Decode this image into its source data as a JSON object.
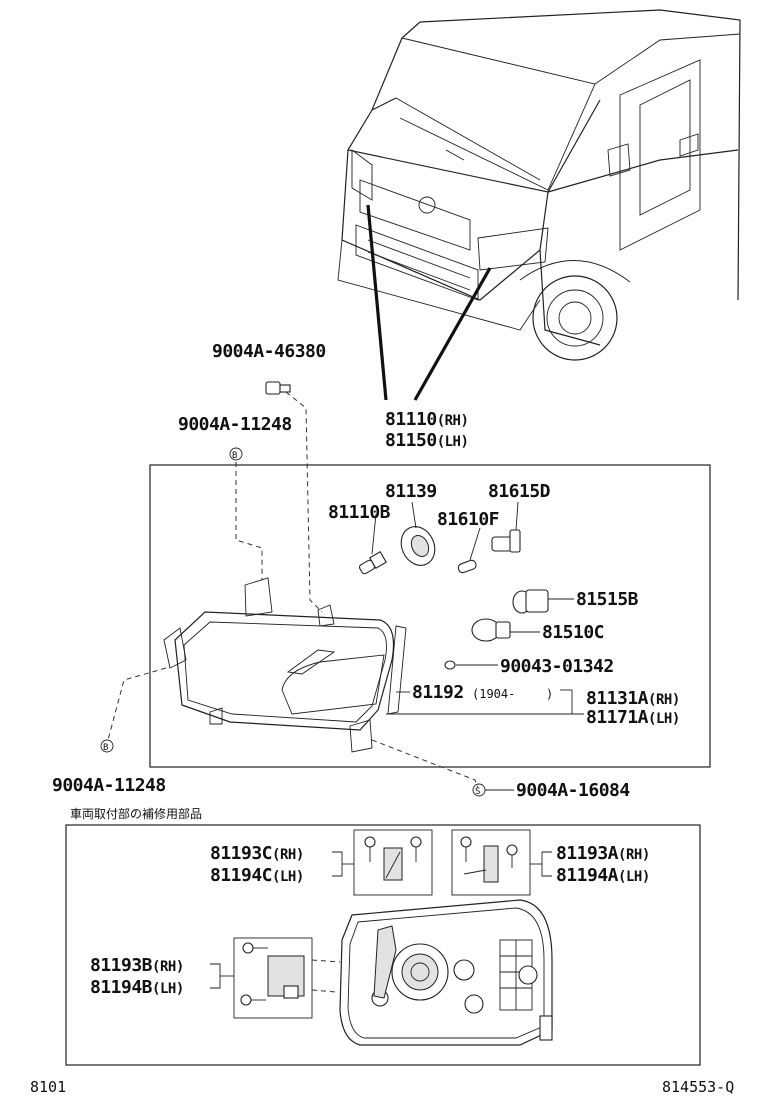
{
  "labels": {
    "p_9004a_46380": "9004A-46380",
    "p_9004a_11248_top": "9004A-11248",
    "p_81110": "81110",
    "p_81150": "81150",
    "rh": "(RH)",
    "lh": "(LH)",
    "p_81139": "81139",
    "p_81615d": "81615D",
    "p_81110b": "81110B",
    "p_81610f": "81610F",
    "p_81515b": "81515B",
    "p_81510c": "81510C",
    "p_90043": "90043-01342",
    "p_81192": "81192",
    "p_81192_date": "(1904-",
    "p_81131a": "81131A",
    "p_81171a": "81171A",
    "p_9004a_11248_bottom": "9004A-11248",
    "p_9004a_16084": "9004A-16084",
    "repair_section_title": "車両取付部の補修用部品",
    "p_81193c": "81193C",
    "p_81194c": "81194C",
    "p_81193a": "81193A",
    "p_81194a": "81194A",
    "p_81193b": "81193B",
    "p_81194b": "81194B",
    "marker_b": "B",
    "marker_s": "S"
  },
  "footer": {
    "left_code": "8101",
    "right_code": "814553-Q"
  }
}
